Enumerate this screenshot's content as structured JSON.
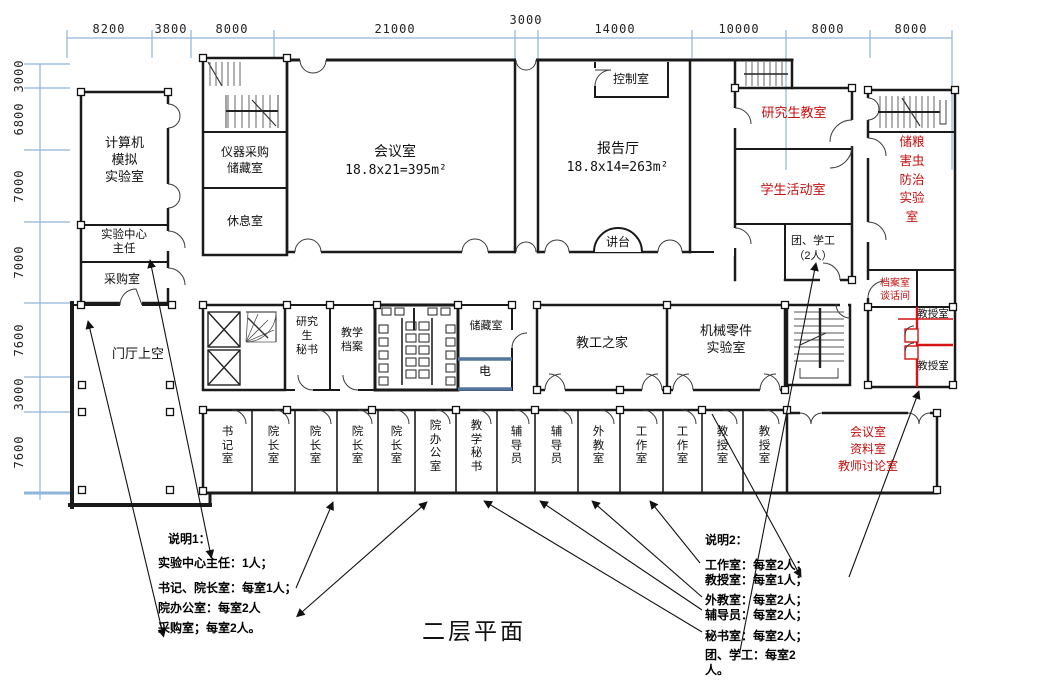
{
  "title": "二层平面",
  "dims": {
    "top": [
      "8200",
      "3800",
      "8000",
      "21000",
      "3000",
      "14000",
      "10000",
      "8000",
      "8000"
    ],
    "left": [
      "3000",
      "6800",
      "7000",
      "7000",
      "7600",
      "3000",
      "7600"
    ]
  },
  "rooms": {
    "computer_lab": "计算机\n模拟\n实验室",
    "instrument_storage": "仪器采购\n储藏室",
    "rest_room": "休息室",
    "center_director": "实验中心\n主任",
    "purchasing": "采购室",
    "meeting": "会议室",
    "meeting_area": "18.8x21=395m²",
    "control": "控制室",
    "lecture_hall": "报告厅",
    "lecture_area": "18.8x14=263m²",
    "podium": "讲台",
    "grad_classroom": "研究生教室",
    "student_activity": "学生活动室",
    "league_office": "团、学工\n（2人）",
    "grain_lab": "储粮\n害虫\n防治\n实验\n室",
    "archive_talk": "档案室\n谈话间",
    "prof_right_top": "教授室",
    "prof_right_bottom": "教授室",
    "lobby": "门厅上空",
    "grad_secretary": "研究\n生\n秘书",
    "teaching_archive": "教学\n档案",
    "storage_mid": "储藏室",
    "electric": "电",
    "staff_home": "教工之家",
    "machine_parts_lab": "机械零件\n实验室",
    "south_meeting": "会议室\n资料室\n教师讨论室"
  },
  "offices": [
    "书记室",
    "院长室",
    "院长室",
    "院长室",
    "院长室",
    "院办公室",
    "教学秘书",
    "辅导员",
    "辅导员",
    "外教室",
    "工作室",
    "工作室",
    "教授室",
    "教授室"
  ],
  "notes1": {
    "title": "说明1：",
    "lines": [
      "实验中心主任：1人；",
      "书记、院长室：每室1人；",
      "院办公室：每室2人",
      "采购室；每室2人。"
    ]
  },
  "notes2": {
    "title": "说明2：",
    "lines": [
      "工作室：每室2人；",
      "教授室：每室1人；",
      "外教室：每室2人；",
      "辅导员：每室2人；",
      "秘书室：每室2人；",
      "团、学工：每室2",
      "人。"
    ]
  },
  "colors": {
    "wall": "#1a1a1a",
    "red": "#c41010",
    "dim_blue": "#8fb4d9",
    "elec_blue": "#53759e"
  }
}
